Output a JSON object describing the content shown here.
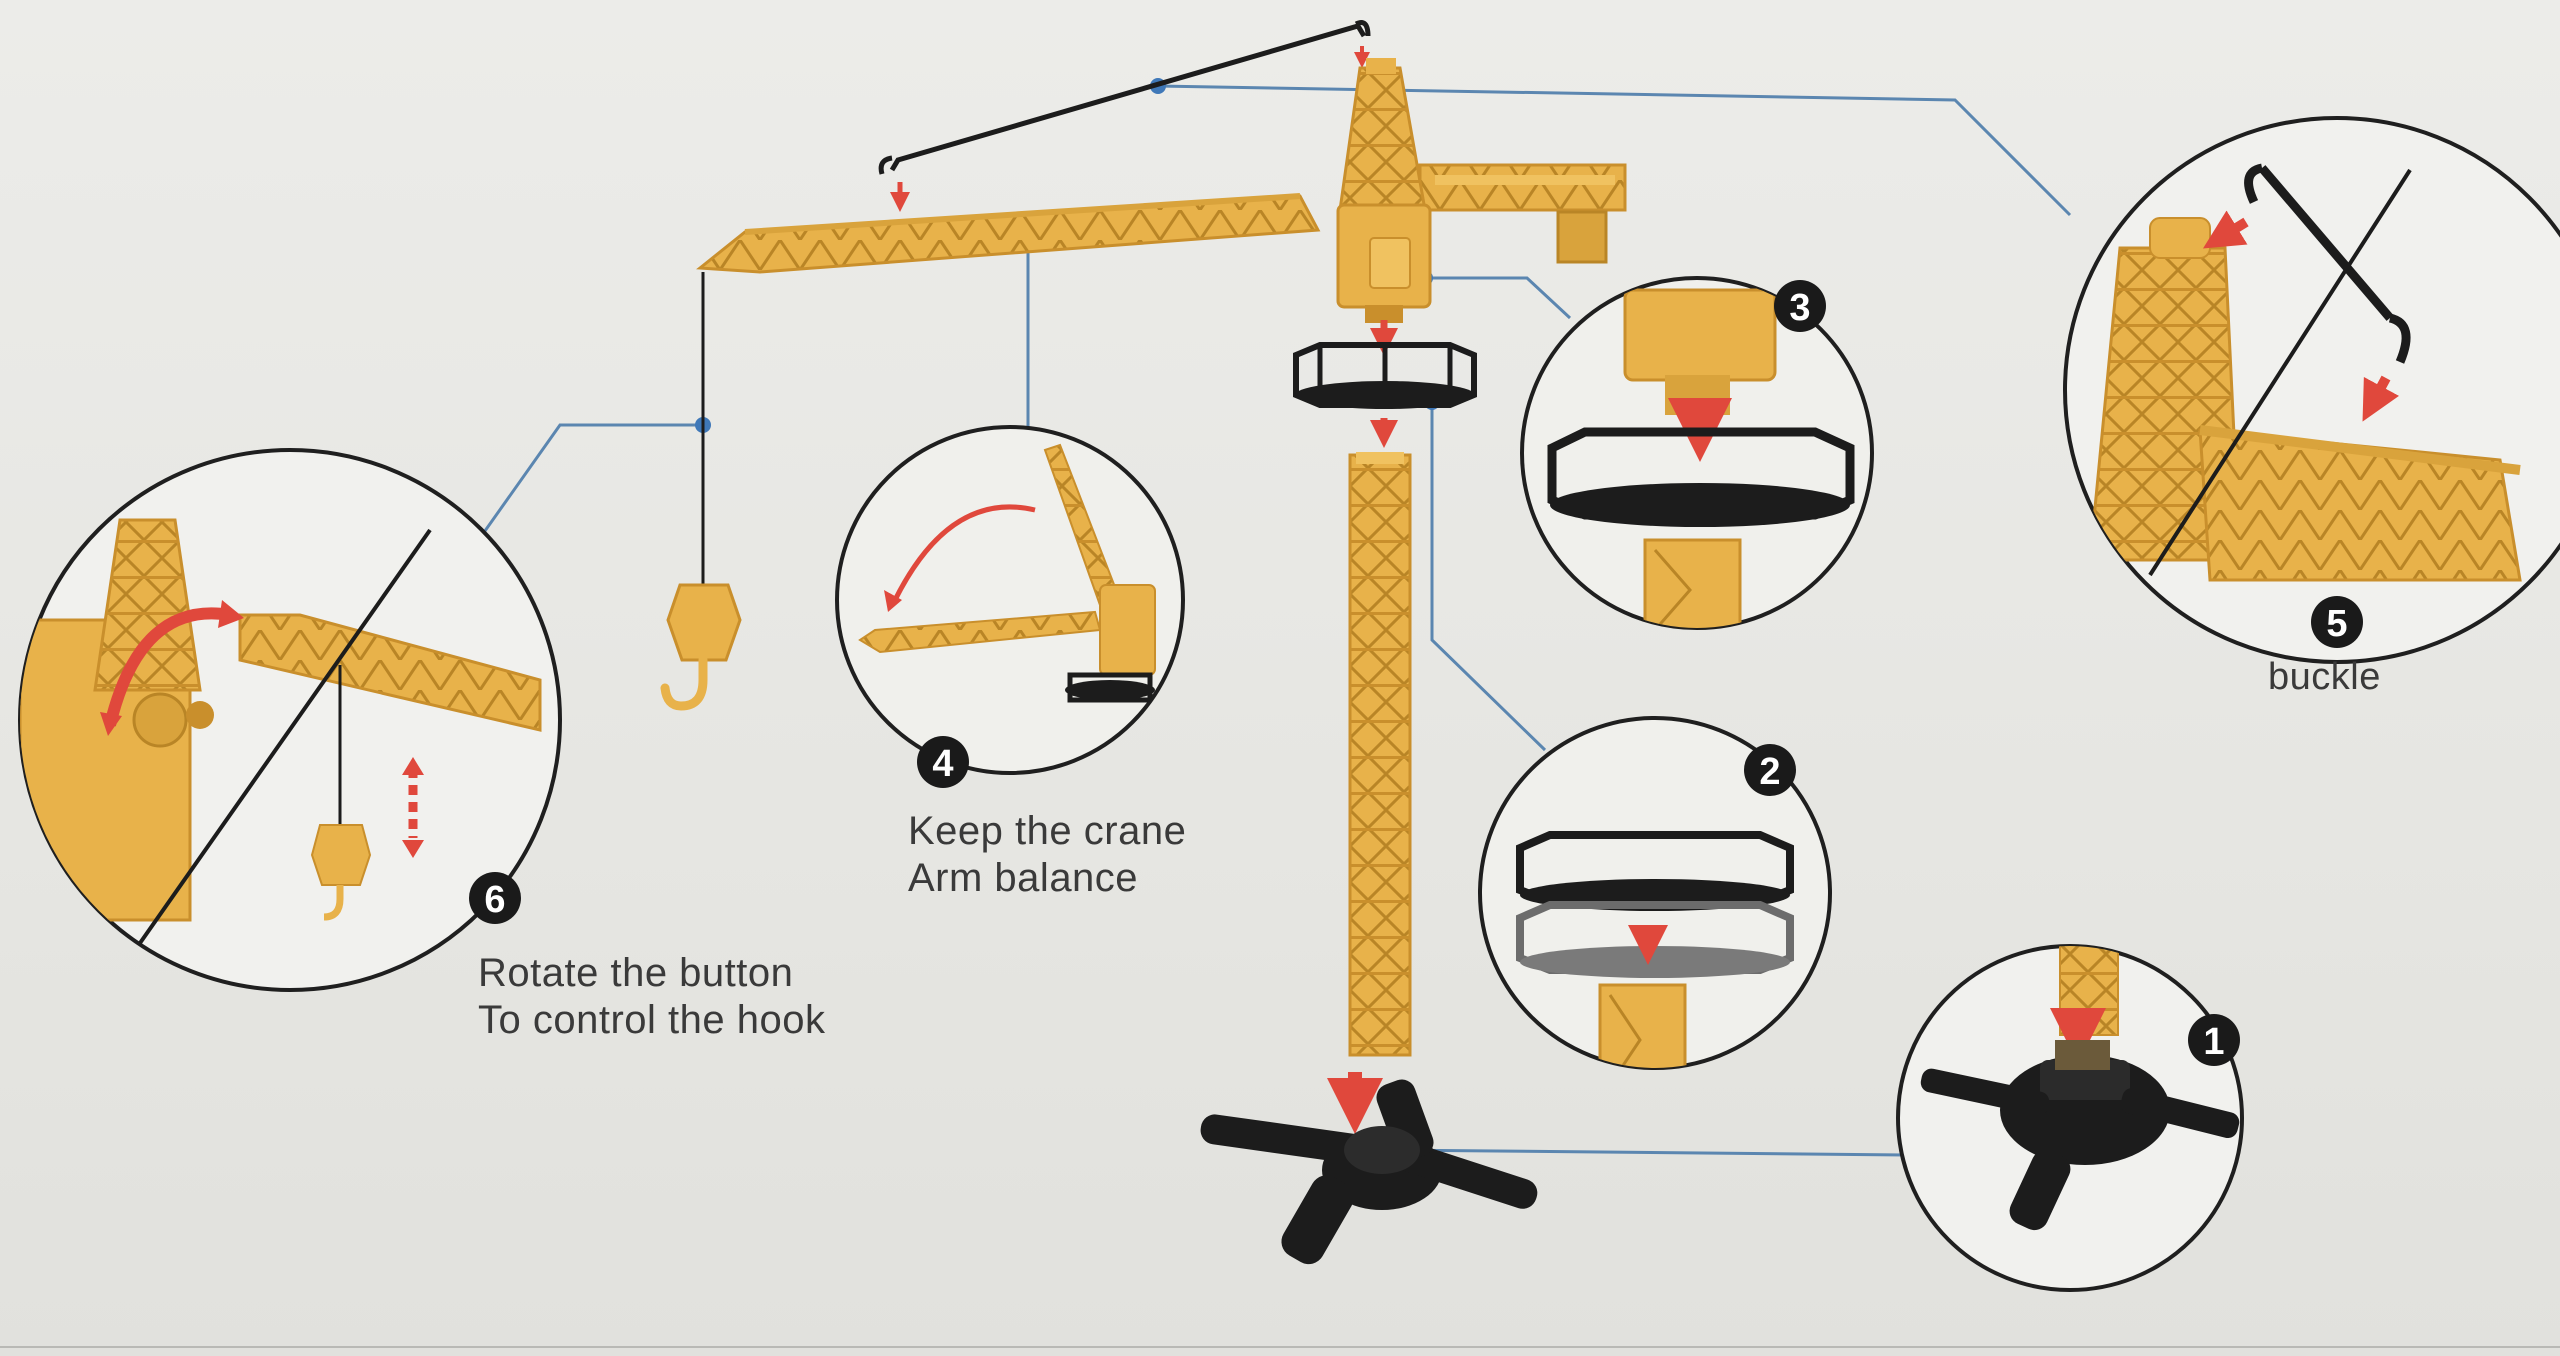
{
  "steps": [
    {
      "number": "1"
    },
    {
      "number": "2"
    },
    {
      "number": "3"
    },
    {
      "number": "4",
      "caption_lines": [
        "Keep the crane",
        "Arm balance"
      ]
    },
    {
      "number": "5",
      "caption_lines": [
        "buckle"
      ]
    },
    {
      "number": "6",
      "caption_lines": [
        "Rotate the button",
        "To control the hook"
      ]
    }
  ],
  "colors": {
    "background": "#e8e8e4",
    "crane_yellow": "#e8b24a",
    "crane_shadow": "#c98f2c",
    "base_black": "#1c1c1c",
    "arrow_red": "#e0483c",
    "leader_line": "#5b86b0",
    "circle_border": "#1f1f1f"
  }
}
